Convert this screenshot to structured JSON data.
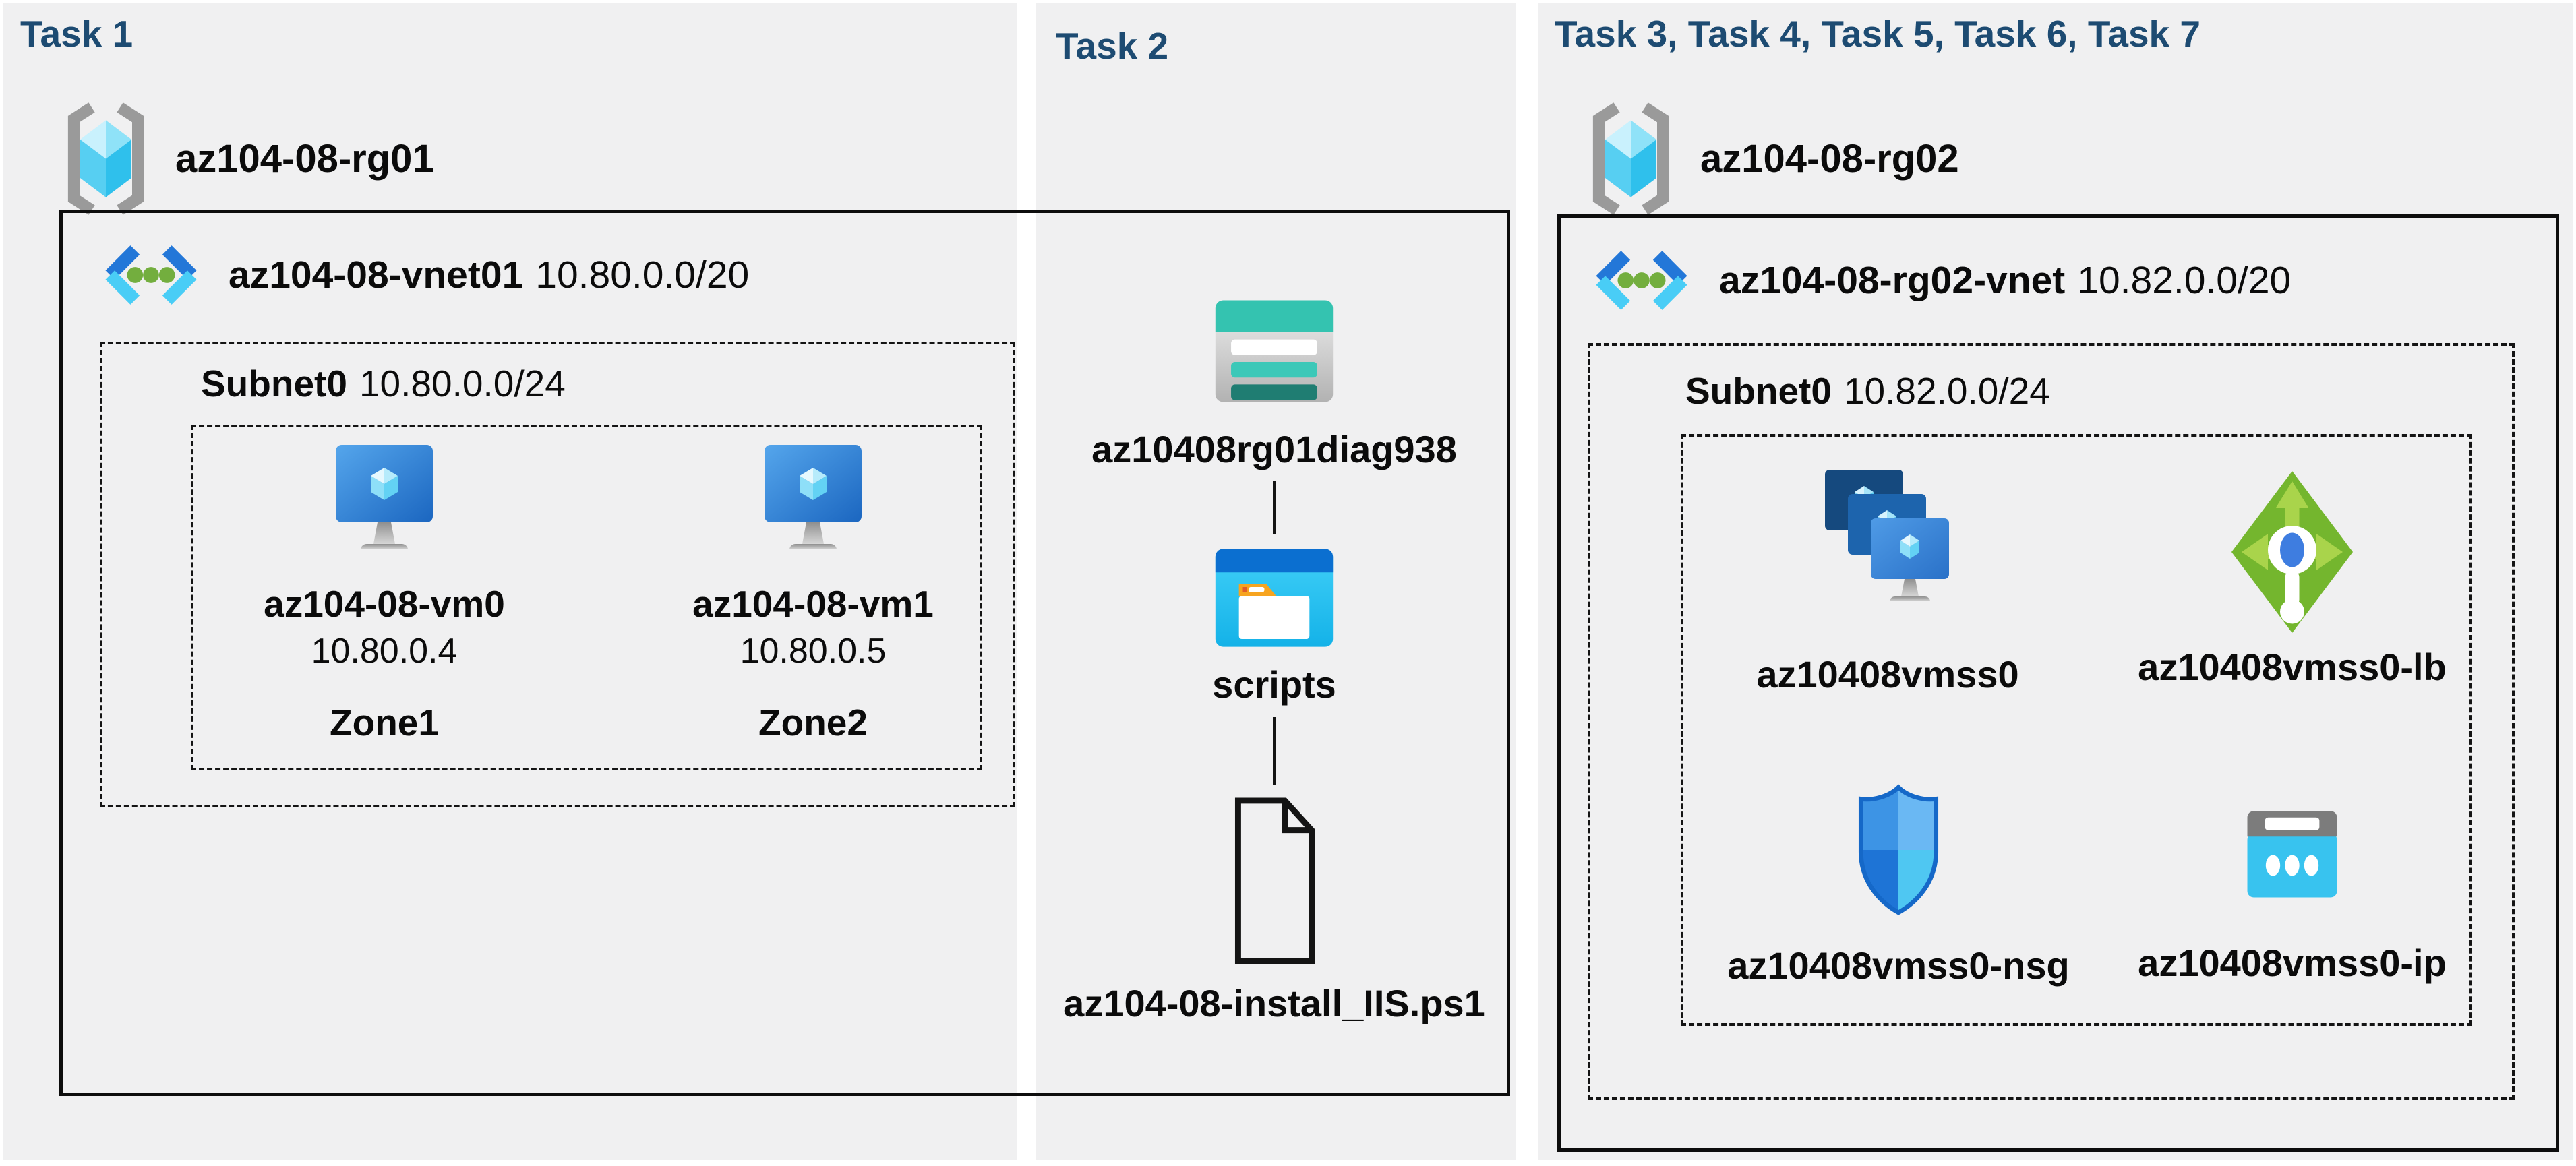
{
  "tasks": {
    "task1": "Task 1",
    "task2": "Task 2",
    "task3": "Task 3, Task 4, Task 5, Task 6, Task 7"
  },
  "resource_groups": {
    "rg1": "az104-08-rg01",
    "rg2": "az104-08-rg02"
  },
  "vnet1": {
    "name": "az104-08-vnet01",
    "cidr": "10.80.0.0/20",
    "subnet": {
      "name": "Subnet0",
      "cidr": "10.80.0.0/24"
    },
    "vms": [
      {
        "name": "az104-08-vm0",
        "ip": "10.80.0.4",
        "zone": "Zone1"
      },
      {
        "name": "az104-08-vm1",
        "ip": "10.80.0.5",
        "zone": "Zone2"
      }
    ]
  },
  "storage": {
    "account": "az10408rg01diag938",
    "container": "scripts",
    "file": "az104-08-install_IIS.ps1"
  },
  "vnet2": {
    "name": "az104-08-rg02-vnet",
    "cidr": "10.82.0.0/20",
    "subnet": {
      "name": "Subnet0",
      "cidr": "10.82.0.0/24"
    },
    "resources": {
      "vmss": "az10408vmss0",
      "lb": "az10408vmss0-lb",
      "nsg": "az10408vmss0-nsg",
      "ip": "az10408vmss0-ip"
    }
  },
  "icons": [
    "resource-group-icon",
    "vnet-icon",
    "vm-icon",
    "storage-account-icon",
    "blob-container-icon",
    "file-icon",
    "vmss-icon",
    "load-balancer-icon",
    "nsg-icon",
    "public-ip-icon"
  ],
  "colors": {
    "task_title": "#1d4b72",
    "panel_bg": "#f0f0f1",
    "box_border": "#0d0d0d",
    "vm_blue_top": "#55a6ec",
    "vm_blue_bottom": "#1b66c0",
    "vnet_dark_blue": "#2377d8",
    "vnet_light_blue": "#49cdf6",
    "vnet_green_dot": "#73ae3e",
    "storage_teal": "#34c3b0",
    "storage_dark_teal": "#1f7d72",
    "scripts_header_blue": "#0b6fd0",
    "scripts_body_cyan": "#2cc3f2",
    "folder_tab_orange": "#f7a41f",
    "lb_green": "#74b62e",
    "lb_arrow_green": "#a9d44b",
    "nsg_blue_outline": "#1568c8",
    "public_ip_cyan": "#38c3ef",
    "bracket_gray": "#9a9a9a"
  }
}
